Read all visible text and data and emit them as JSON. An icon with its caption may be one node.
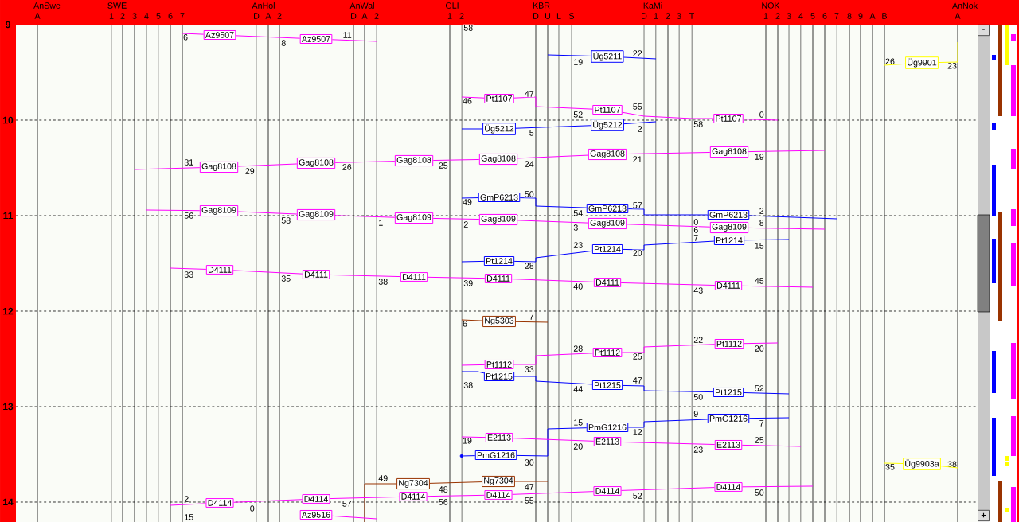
{
  "diagram": {
    "nodes": [
      {
        "text": [
          "Az9507"
        ]
      },
      {
        "text": [
          "Az9507"
        ]
      },
      {
        "text": [
          "Üg5211"
        ]
      },
      {
        "text": [
          "Üg9901"
        ]
      },
      {
        "text": [
          "Pt1107"
        ]
      },
      {
        "text": [
          "Pt1107"
        ]
      },
      {
        "text": [
          "Pt1107"
        ]
      },
      {
        "text": [
          "Üg5212"
        ]
      },
      {
        "text": [
          "Üg5212"
        ]
      },
      {
        "text": [
          "Gag8108"
        ]
      },
      {
        "text": [
          "Gag8108"
        ]
      },
      {
        "text": [
          "Gag8108"
        ]
      },
      {
        "text": [
          "Gag8108"
        ]
      },
      {
        "text": [
          "Gag8108"
        ]
      },
      {
        "text": [
          "Gag8108"
        ]
      },
      {
        "text": [
          "GmP6213"
        ]
      },
      {
        "text": [
          "GmP6213"
        ]
      },
      {
        "text": [
          "GmP6213"
        ]
      },
      {
        "text": [
          "Gag8109"
        ]
      },
      {
        "text": [
          "Gag8109"
        ]
      },
      {
        "text": [
          "Gag8109"
        ]
      },
      {
        "text": [
          "Gag8109"
        ]
      },
      {
        "text": [
          "Gag8109"
        ]
      },
      {
        "text": [
          "Gag8109"
        ]
      },
      {
        "text": [
          "Pt1214"
        ]
      },
      {
        "text": [
          "Pt1214"
        ]
      },
      {
        "text": [
          "Pt1214"
        ]
      },
      {
        "text": [
          "D4111"
        ]
      },
      {
        "text": [
          "D4111"
        ]
      },
      {
        "text": [
          "D4111"
        ]
      },
      {
        "text": [
          "D4111"
        ]
      },
      {
        "text": [
          "D4111"
        ]
      },
      {
        "text": [
          "D4111"
        ]
      },
      {
        "text": [
          "Ng5303"
        ]
      },
      {
        "text": [
          "Pt1112"
        ]
      },
      {
        "text": [
          "Pt1112"
        ]
      },
      {
        "text": [
          "Pt1112"
        ]
      },
      {
        "text": [
          "Pt1215"
        ]
      },
      {
        "text": [
          "Pt1215"
        ]
      },
      {
        "text": [
          "Pt1215"
        ]
      },
      {
        "text": [
          "PmG1216"
        ]
      },
      {
        "text": [
          "PmG1216"
        ]
      },
      {
        "text": [
          "E2113"
        ]
      },
      {
        "text": [
          "E2113"
        ]
      },
      {
        "text": [
          "E2113"
        ]
      },
      {
        "text": [
          "PmG1216"
        ]
      },
      {
        "text": [
          "Ng7304"
        ]
      },
      {
        "text": [
          "Ng7304"
        ]
      },
      {
        "text": [
          "D4114"
        ]
      },
      {
        "text": [
          "D4114"
        ]
      },
      {
        "text": [
          "D4114"
        ]
      },
      {
        "text": [
          "D4114"
        ]
      },
      {
        "text": [
          "D4114"
        ]
      },
      {
        "text": [
          "D4114"
        ]
      },
      {
        "text": [
          "Az9516"
        ]
      },
      {
        "text": [
          "Üg9903a"
        ]
      },
      {
        "text": [
          "6"
        ]
      },
      {
        "text": [
          "26"
        ]
      },
      {
        "text": [
          "46"
        ]
      },
      {
        "text": [
          "49"
        ]
      },
      {
        "text": [
          "6"
        ]
      },
      {
        "text": [
          "19"
        ]
      },
      {
        "text": [
          "35"
        ]
      },
      {
        "text": [
          "38"
        ]
      },
      {
        "text": [
          "23"
        ]
      },
      {
        "text": [],
        "shape": "circle"
      }
    ],
    "edges": [
      {
        "from": 56,
        "to": 0,
        "arrow": "none"
      },
      {
        "from": 0,
        "to": 1,
        "arrow": "none"
      },
      {
        "from": 1,
        "to": null,
        "arrow": "none"
      },
      {
        "from": null,
        "to": 2,
        "arrow": "none",
        "color": "#0000ff"
      },
      {
        "from": 2,
        "to": null,
        "arrow": "none",
        "color": "#0000ff"
      },
      {
        "from": 57,
        "to": 3,
        "arrow": "none",
        "color": "#ffff00"
      },
      {
        "from": 3,
        "to": 64,
        "arrow": "none",
        "color": "#ffff00"
      },
      {
        "from": 58,
        "to": 4,
        "arrow": "none"
      },
      {
        "from": 4,
        "to": 5,
        "arrow": "none"
      },
      {
        "from": 5,
        "to": 6,
        "arrow": "none"
      },
      {
        "from": 6,
        "to": null,
        "arrow": "none"
      },
      {
        "from": null,
        "to": 7,
        "arrow": "none",
        "color": "#0000ff"
      },
      {
        "from": 7,
        "to": 8,
        "arrow": "none",
        "color": "#0000ff"
      },
      {
        "from": 8,
        "to": null,
        "arrow": "none",
        "color": "#0000ff"
      },
      {
        "from": null,
        "to": 9,
        "arrow": "none"
      },
      {
        "from": 9,
        "to": 10,
        "arrow": "none"
      },
      {
        "from": 10,
        "to": 11,
        "arrow": "none"
      },
      {
        "from": 11,
        "to": 12,
        "arrow": "none"
      },
      {
        "from": 12,
        "to": 13,
        "arrow": "none"
      },
      {
        "from": 13,
        "to": 14,
        "arrow": "none"
      },
      {
        "from": 14,
        "to": null,
        "arrow": "none"
      },
      {
        "from": 59,
        "to": 15,
        "arrow": "none",
        "color": "#0000ff"
      },
      {
        "from": 15,
        "to": 16,
        "arrow": "none",
        "color": "#0000ff"
      },
      {
        "from": 16,
        "to": 17,
        "arrow": "none",
        "color": "#0000ff"
      },
      {
        "from": 17,
        "to": null,
        "arrow": "none",
        "color": "#0000ff"
      },
      {
        "from": null,
        "to": 18,
        "arrow": "none"
      },
      {
        "from": 18,
        "to": 19,
        "arrow": "none"
      },
      {
        "from": 19,
        "to": 20,
        "arrow": "none"
      },
      {
        "from": 20,
        "to": 21,
        "arrow": "none"
      },
      {
        "from": 21,
        "to": 22,
        "arrow": "none"
      },
      {
        "from": 22,
        "to": 23,
        "arrow": "none"
      },
      {
        "from": 23,
        "to": null,
        "arrow": "none"
      },
      {
        "from": null,
        "to": 24,
        "arrow": "none",
        "color": "#0000ff"
      },
      {
        "from": 24,
        "to": 25,
        "arrow": "none",
        "color": "#0000ff"
      },
      {
        "from": 25,
        "to": 26,
        "arrow": "none",
        "color": "#0000ff"
      },
      {
        "from": 26,
        "to": null,
        "arrow": "none",
        "color": "#0000ff"
      },
      {
        "from": null,
        "to": 27,
        "arrow": "none"
      },
      {
        "from": 27,
        "to": 28,
        "arrow": "none"
      },
      {
        "from": 28,
        "to": 29,
        "arrow": "none"
      },
      {
        "from": 29,
        "to": 30,
        "arrow": "none"
      },
      {
        "from": 30,
        "to": 31,
        "arrow": "none"
      },
      {
        "from": 31,
        "to": 32,
        "arrow": "none"
      },
      {
        "from": 32,
        "to": null,
        "arrow": "none"
      },
      {
        "from": 60,
        "to": 33,
        "arrow": "none",
        "color": "#993300"
      },
      {
        "from": 33,
        "to": null,
        "arrow": "none",
        "color": "#993300"
      },
      {
        "from": null,
        "to": 34,
        "arrow": "none"
      },
      {
        "from": 34,
        "to": 35,
        "arrow": "none"
      },
      {
        "from": 35,
        "to": 36,
        "arrow": "none"
      },
      {
        "from": 36,
        "to": null,
        "arrow": "none"
      },
      {
        "from": null,
        "to": 37,
        "arrow": "none",
        "color": "#0000ff"
      },
      {
        "from": 37,
        "to": 38,
        "arrow": "none",
        "color": "#0000ff"
      },
      {
        "from": 38,
        "to": 39,
        "arrow": "none",
        "color": "#0000ff"
      },
      {
        "from": 39,
        "to": null,
        "arrow": "none",
        "color": "#0000ff"
      },
      {
        "from": 65,
        "to": 45,
        "arrow": "none",
        "color": "#0000ff"
      },
      {
        "from": 45,
        "to": 40,
        "arrow": "none",
        "color": "#0000ff"
      },
      {
        "from": 40,
        "to": 41,
        "arrow": "none",
        "color": "#0000ff"
      },
      {
        "from": 41,
        "to": null,
        "arrow": "none",
        "color": "#0000ff"
      },
      {
        "from": 61,
        "to": 42,
        "arrow": "none"
      },
      {
        "from": 42,
        "to": 43,
        "arrow": "none"
      },
      {
        "from": 43,
        "to": 44,
        "arrow": "none"
      },
      {
        "from": 44,
        "to": null,
        "arrow": "none"
      },
      {
        "from": null,
        "to": 46,
        "arrow": "none",
        "color": "#993300"
      },
      {
        "from": 46,
        "to": 47,
        "arrow": "none",
        "color": "#993300"
      },
      {
        "from": 47,
        "to": null,
        "arrow": "none",
        "color": "#993300"
      },
      {
        "from": null,
        "to": 48,
        "arrow": "none"
      },
      {
        "from": 48,
        "to": 49,
        "arrow": "none"
      },
      {
        "from": 49,
        "to": 50,
        "arrow": "none"
      },
      {
        "from": 50,
        "to": 51,
        "arrow": "none"
      },
      {
        "from": 51,
        "to": 52,
        "arrow": "none"
      },
      {
        "from": 52,
        "to": 53,
        "arrow": "none"
      },
      {
        "from": 53,
        "to": null,
        "arrow": "none"
      },
      {
        "from": 54,
        "to": null,
        "arrow": "none"
      },
      {
        "from": 62,
        "to": 55,
        "arrow": "none",
        "color": "#ffff00"
      },
      {
        "from": 55,
        "to": 63,
        "arrow": "none",
        "color": "#ffff00"
      },
      {
        "from": 64,
        "to": null,
        "arrow": "none",
        "color": "#ffff00"
      }
    ],
    "labels": [
      "AnSwe",
      "SWE",
      "AnHol",
      "AnWal",
      "GLI",
      "KBR",
      "KaMi",
      "NOK",
      "AnNok",
      "A",
      "1",
      "2",
      "3",
      "4",
      "5",
      "6",
      "7",
      "D",
      "A",
      "2",
      "D",
      "A",
      "2",
      "1",
      "2",
      "D",
      "U",
      "L",
      "S",
      "D",
      "1",
      "2",
      "3",
      "T",
      "1",
      "2",
      "3",
      "4",
      "5",
      "6",
      "7",
      "8",
      "9",
      "A",
      "B",
      "A",
      "9",
      "10",
      "11",
      "12",
      "13",
      "14",
      "58",
      "8",
      "11",
      "19",
      "22",
      "47",
      "52",
      "55",
      "58",
      "0",
      "5",
      "2",
      "31",
      "29",
      "26",
      "25",
      "24",
      "21",
      "19",
      "50",
      "54",
      "57",
      "2",
      "56",
      "58",
      "1",
      "2",
      "3",
      "0",
      "8",
      "6",
      "7",
      "28",
      "23",
      "20",
      "15",
      "33",
      "35",
      "38",
      "39",
      "40",
      "43",
      "45",
      "7",
      "33",
      "28",
      "25",
      "22",
      "20",
      "38",
      "44",
      "47",
      "50",
      "52",
      "15",
      "12",
      "9",
      "7",
      "20",
      "23",
      "25",
      "30",
      "49",
      "48",
      "47",
      "2",
      "0",
      "57",
      "56",
      "55",
      "52",
      "50",
      "15",
      "-",
      "+"
    ]
  }
}
